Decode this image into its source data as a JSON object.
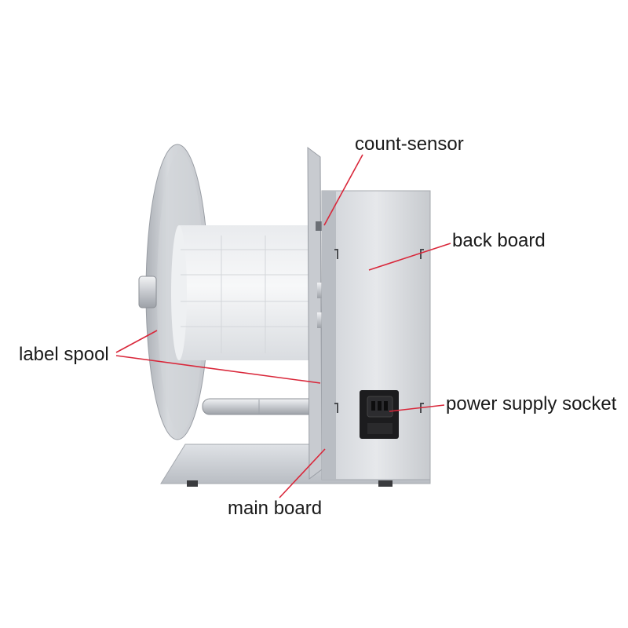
{
  "labels": {
    "count_sensor": "count-sensor",
    "back_board": "back board",
    "label_spool": "label spool",
    "power_supply_socket": "power supply socket",
    "main_board": "main board"
  },
  "colors": {
    "leader_line": "#d9273a",
    "metal_light": "#e4e6ea",
    "metal_mid": "#c9ccd2",
    "metal_dark": "#9ea3aa",
    "label_roll": "#f2f3f5",
    "socket": "#1c1c1e"
  }
}
